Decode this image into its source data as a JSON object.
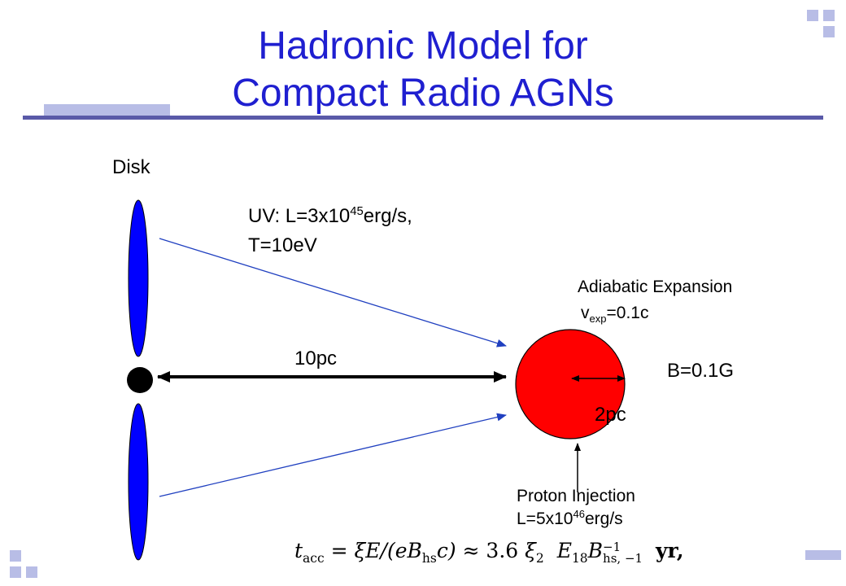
{
  "slide": {
    "title_line1": "Hadronic Model for",
    "title_line2": "Compact Radio AGNs",
    "colors": {
      "title": "#1f1fd0",
      "rule": "#5a5aa8",
      "deco": "#b8bde6",
      "disk": "#0000ff",
      "cloud": "#ff0000",
      "arrow_blue": "#2040c0"
    }
  },
  "diagram": {
    "disk_label": "Disk",
    "uv_label": {
      "prefix": "UV: L=3x10",
      "exp": "45",
      "suffix": "erg/s,",
      "line2": "T=10eV"
    },
    "adiabatic": {
      "line1": "Adiabatic Expansion",
      "v": "v",
      "sub": "exp",
      "rest": "=0.1c"
    },
    "distance_label": "10pc",
    "field_label": "B=0.1G",
    "radius_label": "2pc",
    "injection": {
      "line1": "Proton Injection",
      "prefix": "L=5x10",
      "exp": "46",
      "suffix": "erg/s"
    }
  },
  "formula": {
    "lhs": "t",
    "lhs_sub": "acc",
    "eq": " = ",
    "xi": "ξ",
    "expr": "E/(eB",
    "hs": "hs",
    "expr_end": "c)",
    "approx": " ≈ 3.6 ",
    "xi2_sub": "2",
    "e18": "E",
    "e18_sub": "18",
    "b": "B",
    "b_exp": "−1",
    "b_sub": "hs, −1",
    "unit": "yr,"
  }
}
